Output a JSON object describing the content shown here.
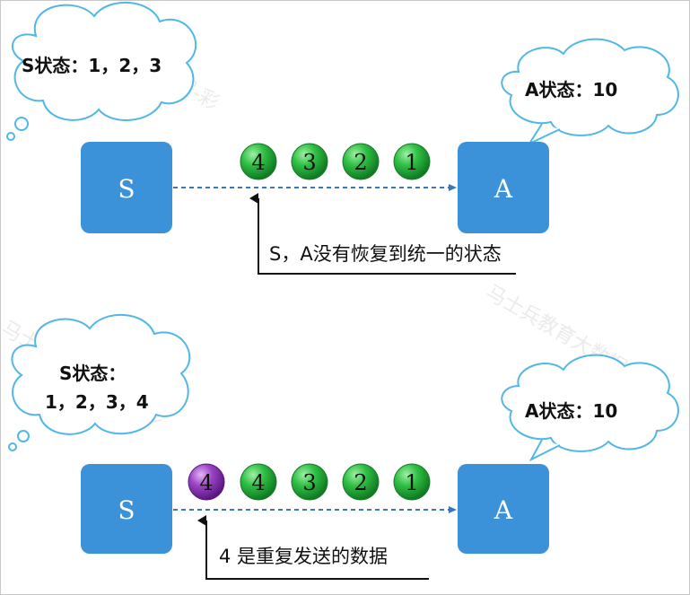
{
  "top": {
    "s_state": "S状态：1，2，3",
    "a_state": "A状态：10",
    "node_s": "S",
    "node_a": "A",
    "packets": [
      "4",
      "3",
      "2",
      "1"
    ],
    "annotation": "S，A没有恢复到统一的状态"
  },
  "bottom": {
    "s_state_line1": "S状态：",
    "s_state_line2": "1，2，3，4",
    "a_state": "A状态：10",
    "node_s": "S",
    "node_a": "A",
    "duplicate_packet": "4",
    "packets": [
      "4",
      "3",
      "2",
      "1"
    ],
    "annotation": "4 是重复发送的数据"
  },
  "watermark": "马士兵教育大数据-彩",
  "colors": {
    "node_fill": "#3b92d8",
    "packet_green": "#1e9e32",
    "packet_purple": "#7a2aa0",
    "dashed_line": "#3a76b8",
    "cloud_stroke": "#52b7e6"
  }
}
